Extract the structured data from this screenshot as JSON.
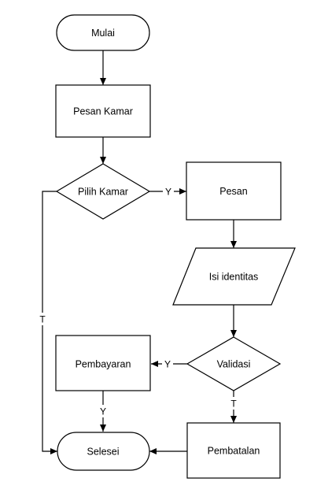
{
  "diagram": {
    "nodes": {
      "start": {
        "label": "Mulai",
        "shape": "terminal"
      },
      "order_room": {
        "label": "Pesan Kamar",
        "shape": "process"
      },
      "choose_room": {
        "label": "Pilih Kamar",
        "shape": "decision"
      },
      "order": {
        "label": "Pesan",
        "shape": "process"
      },
      "fill_identity": {
        "label": "Isi identitas",
        "shape": "input-output"
      },
      "validate": {
        "label": "Validasi",
        "shape": "decision"
      },
      "payment": {
        "label": "Pembayaran",
        "shape": "process"
      },
      "cancel": {
        "label": "Pembatalan",
        "shape": "process"
      },
      "end": {
        "label": "Selesei",
        "shape": "terminal"
      }
    },
    "edges": [
      {
        "from": "start",
        "to": "order_room",
        "label": ""
      },
      {
        "from": "order_room",
        "to": "choose_room",
        "label": ""
      },
      {
        "from": "choose_room",
        "to": "order",
        "label": "Y"
      },
      {
        "from": "choose_room",
        "to": "end",
        "label": "T"
      },
      {
        "from": "order",
        "to": "fill_identity",
        "label": ""
      },
      {
        "from": "fill_identity",
        "to": "validate",
        "label": ""
      },
      {
        "from": "validate",
        "to": "payment",
        "label": "Y"
      },
      {
        "from": "validate",
        "to": "cancel",
        "label": "T"
      },
      {
        "from": "payment",
        "to": "end",
        "label": "Y"
      },
      {
        "from": "cancel",
        "to": "end",
        "label": ""
      }
    ]
  }
}
